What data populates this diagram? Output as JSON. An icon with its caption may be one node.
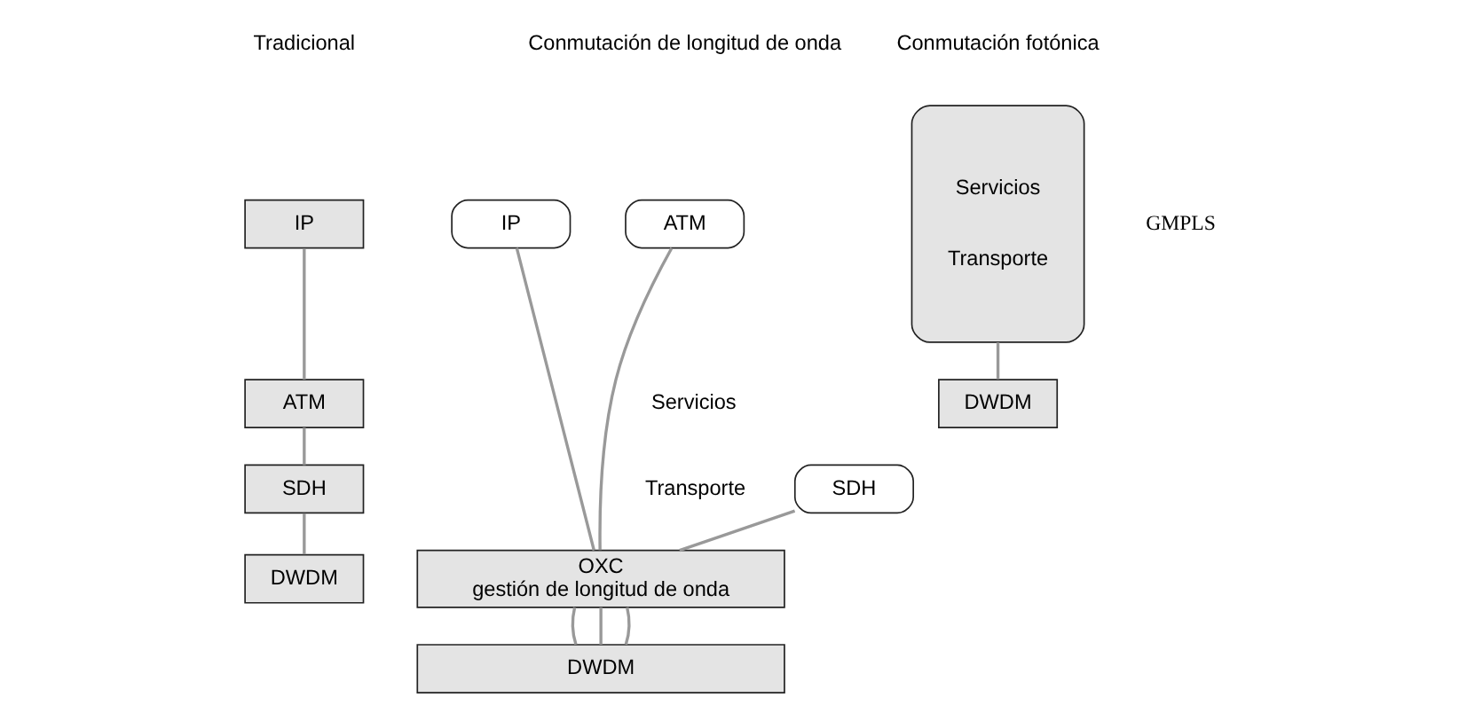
{
  "diagram": {
    "nodes": [
      {
        "text": [
          "IP"
        ]
      },
      {
        "text": [
          "ATM"
        ]
      },
      {
        "text": [
          "SDH"
        ]
      },
      {
        "text": [
          "DWDM"
        ]
      },
      {
        "text": [
          "IP"
        ]
      },
      {
        "text": [
          "ATM"
        ]
      },
      {
        "text": [
          "SDH"
        ]
      },
      {
        "text": [
          "OXC",
          "gestión de longitud de onda"
        ]
      },
      {
        "text": [
          "DWDM"
        ]
      },
      {
        "text": [
          "Servicios",
          "Transporte"
        ]
      },
      {
        "text": [
          "DWDM"
        ]
      }
    ],
    "edges": [
      {
        "from": 0,
        "to": 1,
        "arrow": "none"
      },
      {
        "from": 1,
        "to": 2,
        "arrow": "none"
      },
      {
        "from": 2,
        "to": 3,
        "arrow": "none"
      },
      {
        "from": 4,
        "to": 7,
        "arrow": "none"
      },
      {
        "from": 5,
        "to": 7,
        "arrow": "none"
      },
      {
        "from": 6,
        "to": 7,
        "arrow": "none"
      },
      {
        "from": 7,
        "to": 8,
        "arrow": "none"
      },
      {
        "from": 7,
        "to": 8,
        "arrow": "none"
      },
      {
        "from": 7,
        "to": 8,
        "arrow": "none"
      },
      {
        "from": 9,
        "to": 10,
        "arrow": "none"
      }
    ],
    "labels": [
      "Tradicional",
      "Conmutación de longitud de onda",
      "Conmutación fotónica",
      "Servicios",
      "Transporte",
      "GMPLS"
    ]
  }
}
